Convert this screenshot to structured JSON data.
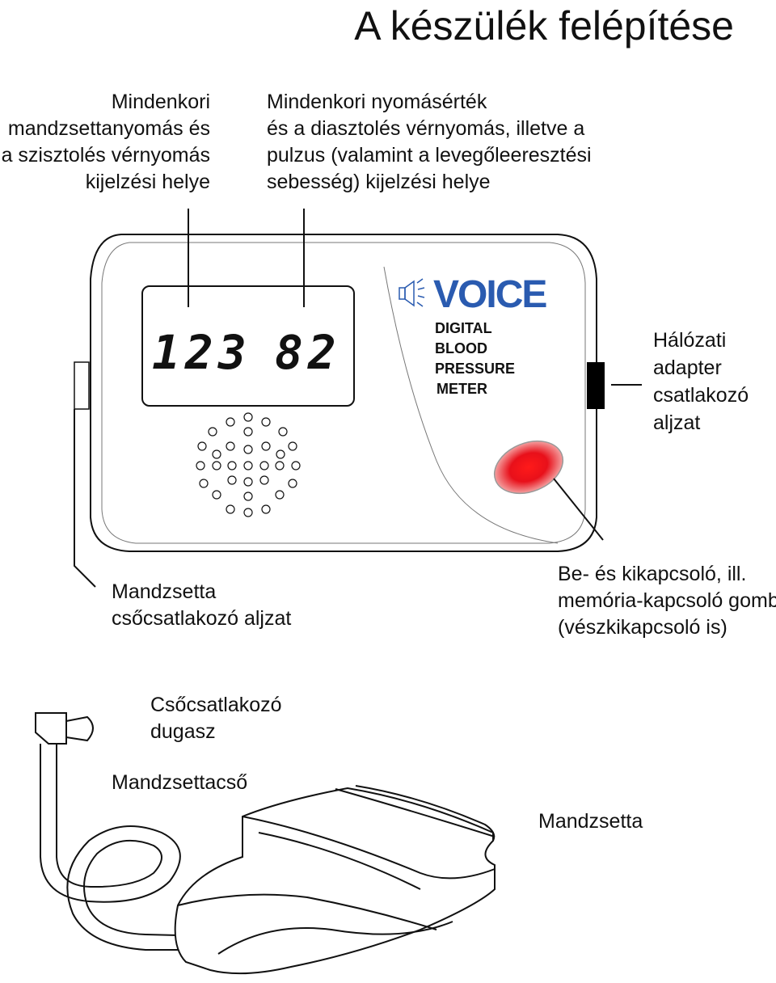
{
  "title": "A készülék felépítése",
  "labels": {
    "cuff_pressure": [
      "Mindenkori",
      "mandzsettanyomás és",
      "a szisztolés vérnyomás",
      "kijelzési helye"
    ],
    "pressure_value": [
      "Mindenkori nyomásérték",
      "és a diasztolés vérnyomás, illetve a",
      "pulzus (valamint a levegőleeresztési",
      "sebesség) kijelzési helye"
    ],
    "adapter": [
      "Hálózati",
      "adapter",
      "csatlakozó",
      "aljzat"
    ],
    "cuff_socket": [
      "Mandzsetta",
      "csőcsatlakozó aljzat"
    ],
    "power_button": [
      "Be- és kikapcsoló, ill.",
      "memória-kapcsoló gomb",
      "(vészkikapcsoló is)"
    ],
    "plug": [
      "Csőcsatlakozó",
      "dugasz"
    ],
    "tube": "Mandzsettacső",
    "cuff": "Mandzsetta"
  },
  "device": {
    "brand": "VOICE",
    "subtitle": [
      "DIGITAL",
      "BLOOD",
      "PRESSURE",
      "METER"
    ],
    "display_left": "123",
    "display_right": "82"
  },
  "colors": {
    "brand": "#2a5bb0",
    "button": "#e8101a"
  }
}
